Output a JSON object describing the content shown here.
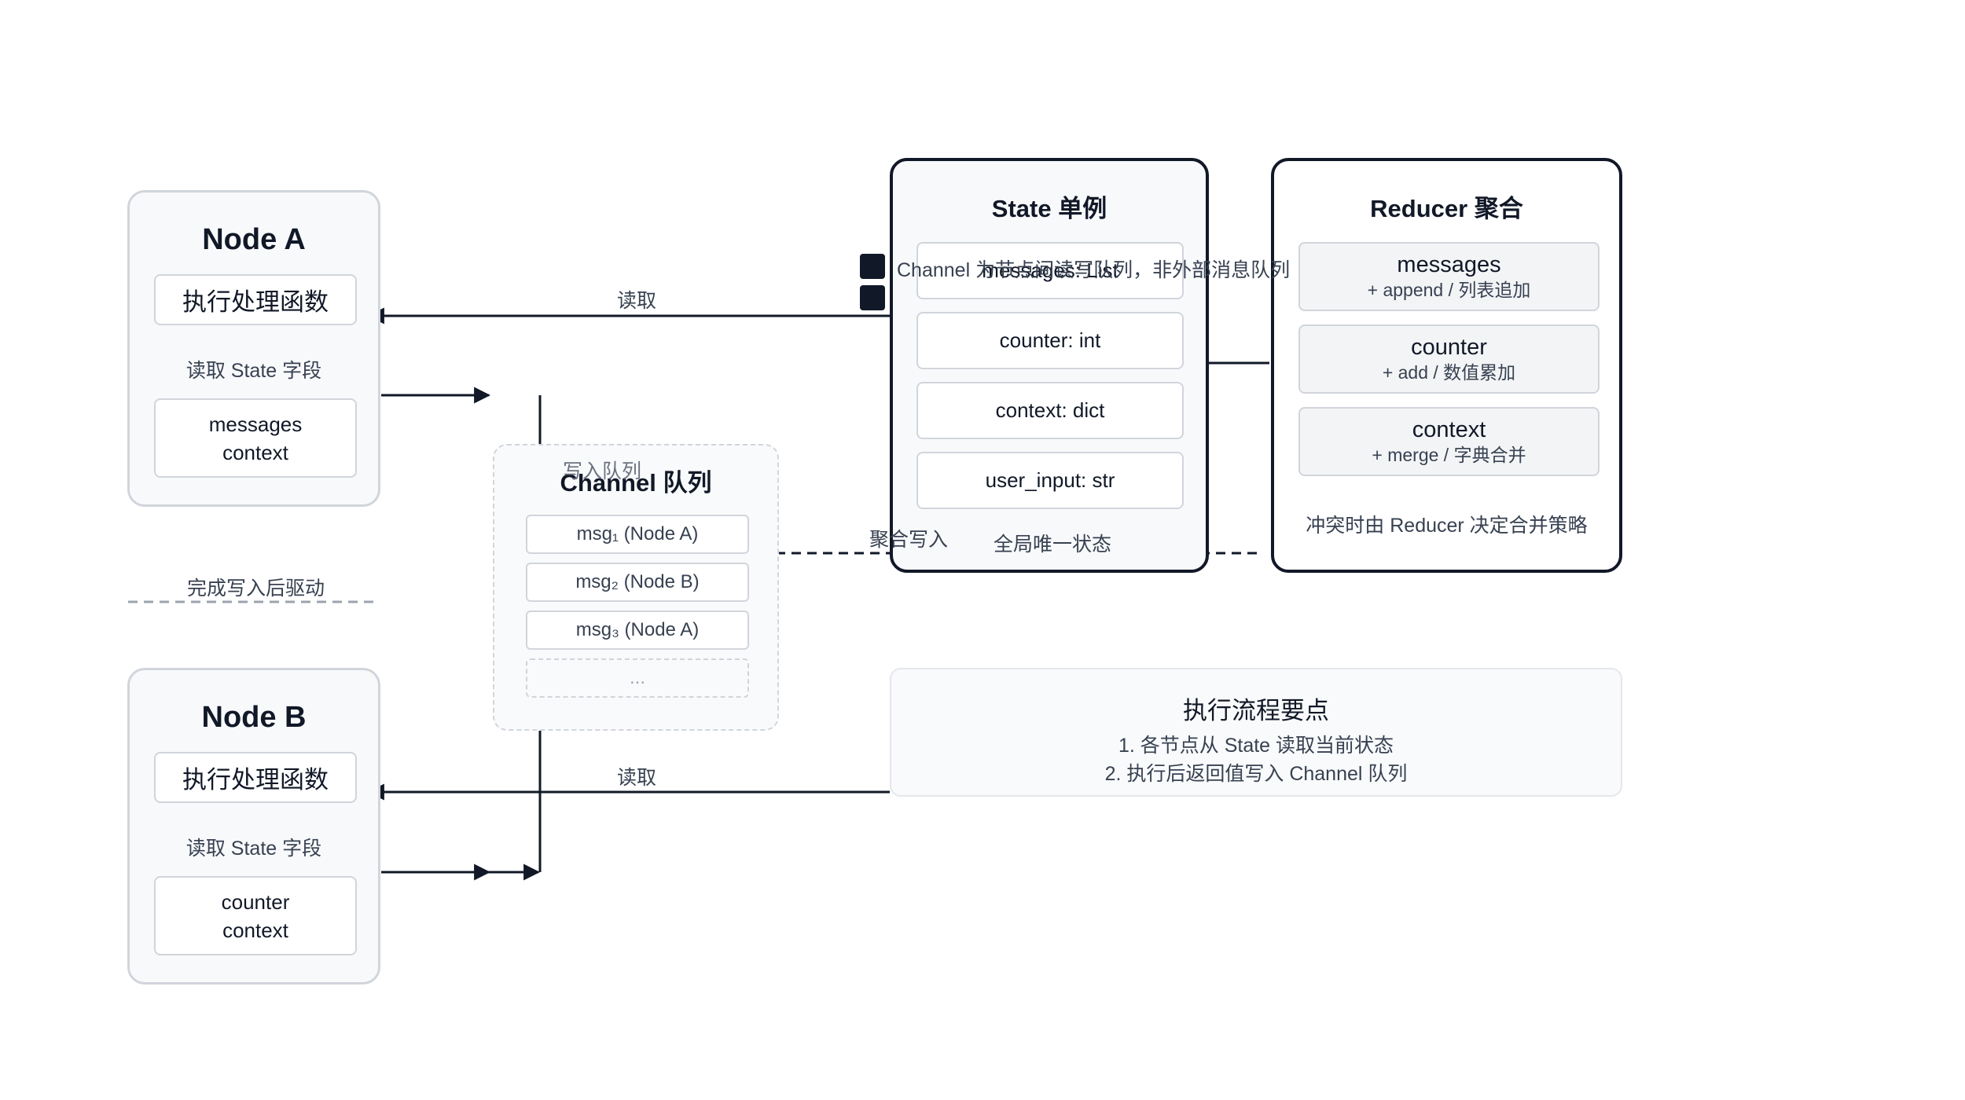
{
  "node_a": {
    "title": "Node A",
    "function_label": "执行处理函数",
    "read_label": "读取 State 字段",
    "fields": [
      "messages",
      "context"
    ]
  },
  "node_b": {
    "title": "Node B",
    "function_label": "执行处理函数",
    "read_label": "读取 State 字段",
    "fields": [
      "counter",
      "context"
    ]
  },
  "separator_label": "完成写入后驱动",
  "channel": {
    "title": "Channel 队列",
    "overlap_label": "写入队列",
    "messages": [
      "msg₁ (Node A)",
      "msg₂ (Node B)",
      "msg₃ (Node A)",
      "..."
    ]
  },
  "state": {
    "title": "State 单例",
    "fields": [
      "messages: List",
      "counter: int",
      "context: dict",
      "user_input: str"
    ],
    "footer": "全局唯一状态"
  },
  "reducer": {
    "title": "Reducer 聚合",
    "fields": [
      {
        "name": "messages",
        "op": "+ append / 列表追加"
      },
      {
        "name": "counter",
        "op": "+ add / 数值累加"
      },
      {
        "name": "context",
        "op": "+ merge / 字典合并"
      }
    ],
    "footer": "冲突时由 Reducer 决定合并策略"
  },
  "edges": {
    "read_a": "读取",
    "read_b": "读取",
    "aggregate_write": "聚合写入"
  },
  "legend": {
    "text": "Channel 为节点间读写队列，非外部消息队列"
  },
  "notes": {
    "title": "执行流程要点",
    "lines": [
      "1. 各节点从 State 读取当前状态",
      "2. 执行后返回值写入 Channel 队列"
    ]
  },
  "colors": {
    "line": "#111827",
    "panel_border": "#d1d5db",
    "panel_fill": "#f8f9fb"
  }
}
